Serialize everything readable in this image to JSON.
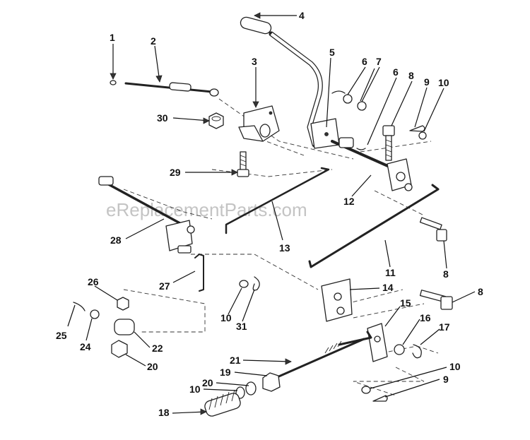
{
  "watermark": "eReplacementParts.com",
  "callouts": [
    "1",
    "2",
    "3",
    "4",
    "5",
    "6",
    "7",
    "6",
    "8",
    "9",
    "10",
    "30",
    "29",
    "12",
    "28",
    "13",
    "11",
    "8",
    "27",
    "26",
    "10",
    "31",
    "14",
    "8",
    "25",
    "24",
    "22",
    "20",
    "15",
    "16",
    "17",
    "21",
    "19",
    "20",
    "10",
    "18",
    "10",
    "9"
  ],
  "colors": {
    "line": "#222222",
    "watermark": "#c4c4c4",
    "background": "#ffffff"
  }
}
